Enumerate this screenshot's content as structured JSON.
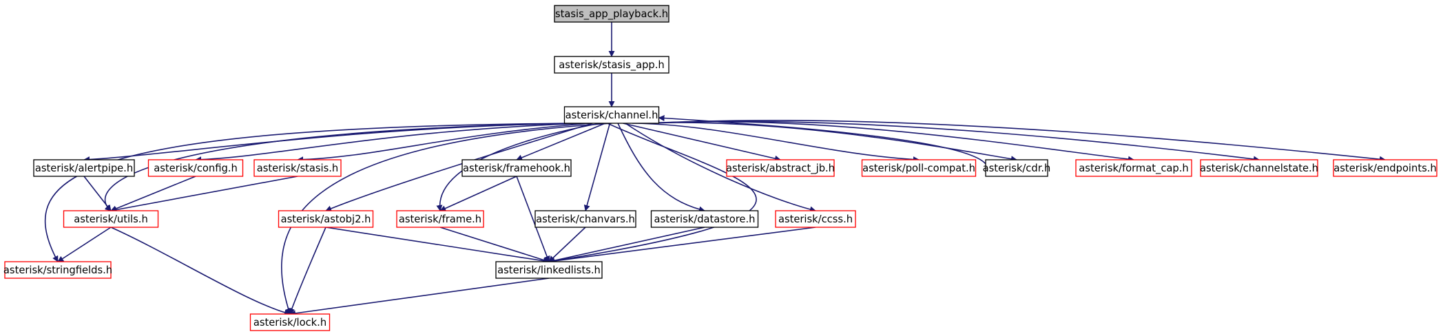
{
  "colors": {
    "edge": "#191970",
    "box_black": "#000000",
    "box_red": "#ff0000",
    "root_fill": "#bfbfbf",
    "fill": "#ffffff"
  },
  "nodes": [
    {
      "id": "stasis_app_playback",
      "label": "stasis_app_playback.h",
      "style": "root"
    },
    {
      "id": "stasis_app",
      "label": "asterisk/stasis_app.h",
      "style": "black"
    },
    {
      "id": "channel",
      "label": "asterisk/channel.h",
      "style": "black"
    },
    {
      "id": "alertpipe",
      "label": "asterisk/alertpipe.h",
      "style": "black"
    },
    {
      "id": "config",
      "label": "asterisk/config.h",
      "style": "red"
    },
    {
      "id": "stasis",
      "label": "asterisk/stasis.h",
      "style": "red"
    },
    {
      "id": "framehook",
      "label": "asterisk/framehook.h",
      "style": "black"
    },
    {
      "id": "abstract_jb",
      "label": "asterisk/abstract_jb.h",
      "style": "red"
    },
    {
      "id": "poll_compat",
      "label": "asterisk/poll-compat.h",
      "style": "red"
    },
    {
      "id": "cdr",
      "label": "asterisk/cdr.h",
      "style": "black"
    },
    {
      "id": "format_cap",
      "label": "asterisk/format_cap.h",
      "style": "red"
    },
    {
      "id": "channelstate",
      "label": "asterisk/channelstate.h",
      "style": "red"
    },
    {
      "id": "endpoints",
      "label": "asterisk/endpoints.h",
      "style": "red"
    },
    {
      "id": "utils",
      "label": "asterisk/utils.h",
      "style": "red"
    },
    {
      "id": "astobj2",
      "label": "asterisk/astobj2.h",
      "style": "red"
    },
    {
      "id": "frame",
      "label": "asterisk/frame.h",
      "style": "red"
    },
    {
      "id": "chanvars",
      "label": "asterisk/chanvars.h",
      "style": "black"
    },
    {
      "id": "datastore",
      "label": "asterisk/datastore.h",
      "style": "black"
    },
    {
      "id": "ccss",
      "label": "asterisk/ccss.h",
      "style": "red"
    },
    {
      "id": "stringfields",
      "label": "asterisk/stringfields.h",
      "style": "red"
    },
    {
      "id": "linkedlists",
      "label": "asterisk/linkedlists.h",
      "style": "black"
    },
    {
      "id": "lock",
      "label": "asterisk/lock.h",
      "style": "red"
    }
  ],
  "edges": [
    [
      "stasis_app_playback",
      "stasis_app"
    ],
    [
      "stasis_app",
      "channel"
    ],
    [
      "channel",
      "alertpipe"
    ],
    [
      "channel",
      "config"
    ],
    [
      "channel",
      "stasis"
    ],
    [
      "channel",
      "framehook"
    ],
    [
      "channel",
      "abstract_jb"
    ],
    [
      "channel",
      "poll_compat"
    ],
    [
      "channel",
      "cdr"
    ],
    [
      "channel",
      "format_cap"
    ],
    [
      "channel",
      "channelstate"
    ],
    [
      "channel",
      "endpoints"
    ],
    [
      "channel",
      "utils"
    ],
    [
      "channel",
      "stringfields"
    ],
    [
      "channel",
      "lock"
    ],
    [
      "channel",
      "astobj2"
    ],
    [
      "channel",
      "frame"
    ],
    [
      "channel",
      "chanvars"
    ],
    [
      "channel",
      "datastore"
    ],
    [
      "channel",
      "ccss"
    ],
    [
      "channel",
      "linkedlists"
    ],
    [
      "cdr",
      "channel"
    ],
    [
      "alertpipe",
      "utils"
    ],
    [
      "config",
      "utils"
    ],
    [
      "stasis",
      "utils"
    ],
    [
      "utils",
      "stringfields"
    ],
    [
      "utils",
      "lock"
    ],
    [
      "framehook",
      "frame"
    ],
    [
      "framehook",
      "linkedlists"
    ],
    [
      "astobj2",
      "linkedlists"
    ],
    [
      "astobj2",
      "lock"
    ],
    [
      "frame",
      "linkedlists"
    ],
    [
      "chanvars",
      "linkedlists"
    ],
    [
      "datastore",
      "linkedlists"
    ],
    [
      "ccss",
      "linkedlists"
    ],
    [
      "linkedlists",
      "lock"
    ]
  ]
}
